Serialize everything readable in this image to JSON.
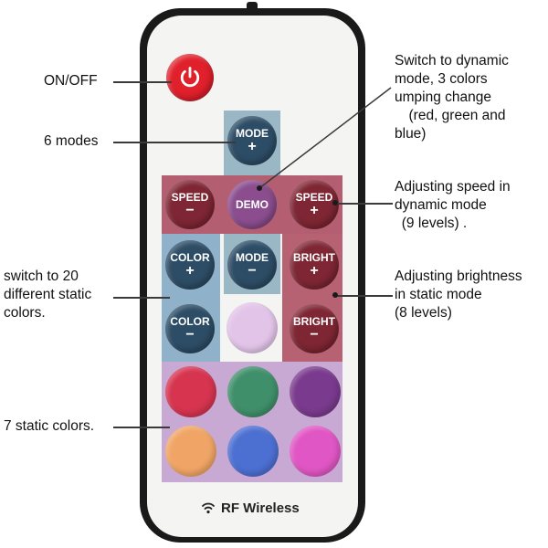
{
  "remote": {
    "power_button": "power-icon",
    "buttons": {
      "mode_plus": {
        "label": "MODE",
        "sym": "+"
      },
      "speed_minus": {
        "label": "SPEED",
        "sym": "−"
      },
      "demo": {
        "label": "DEMO"
      },
      "speed_plus": {
        "label": "SPEED",
        "sym": "+"
      },
      "color_plus": {
        "label": "COLOR",
        "sym": "+"
      },
      "mode_minus": {
        "label": "MODE",
        "sym": "−"
      },
      "bright_plus": {
        "label": "BRIGHT",
        "sym": "+"
      },
      "color_minus": {
        "label": "COLOR",
        "sym": "−"
      },
      "bright_minus": {
        "label": "BRIGHT",
        "sym": "−"
      }
    },
    "swatches": {
      "lavender": "#e2c4e8",
      "red": "#d6344f",
      "green": "#3f8f6a",
      "violet": "#7a3a8d",
      "orange": "#f0a566",
      "blue": "#4c6fd2",
      "pink": "#e056c4"
    },
    "footer": "RF Wireless"
  },
  "annotations": {
    "on_off": "ON/OFF",
    "six_modes": "6 modes",
    "switch_20": "switch to 20\ndifferent static\ncolors.",
    "seven_static": "7 static colors.",
    "dynamic": "Switch to dynamic\nmode, 3 colors\numping change\n　(red, green and\nblue)",
    "speed": "Adjusting speed in\ndynamic mode\n (9 levels) .",
    "brightness": "Adjusting brightness\nin static mode\n(8 levels)"
  }
}
